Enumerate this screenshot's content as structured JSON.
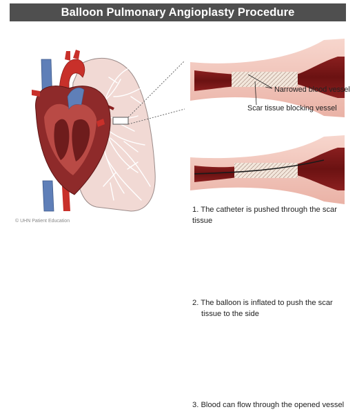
{
  "title": "Balloon Pulmonary Angioplasty Procedure",
  "copyright": "© UHN Patient Education",
  "labels": {
    "narrowed": "Narrowed blood vessel",
    "scar": "Scar tissue blocking vessel"
  },
  "steps": [
    {
      "text": "1. The catheter is pushed through the scar tissue"
    },
    {
      "text": "2. The balloon is inflated to push the scar",
      "text2": "tissue to the side"
    },
    {
      "text": "3. Blood can flow through the opened vessel"
    }
  ],
  "colors": {
    "title_bg": "#4f4f4f",
    "vessel_wall": "#f3c6bd",
    "vessel_blood": "#7a1717",
    "vein_blue": "#5f7fb8",
    "artery_red": "#c8302a",
    "balloon": "#cfe6f7"
  }
}
